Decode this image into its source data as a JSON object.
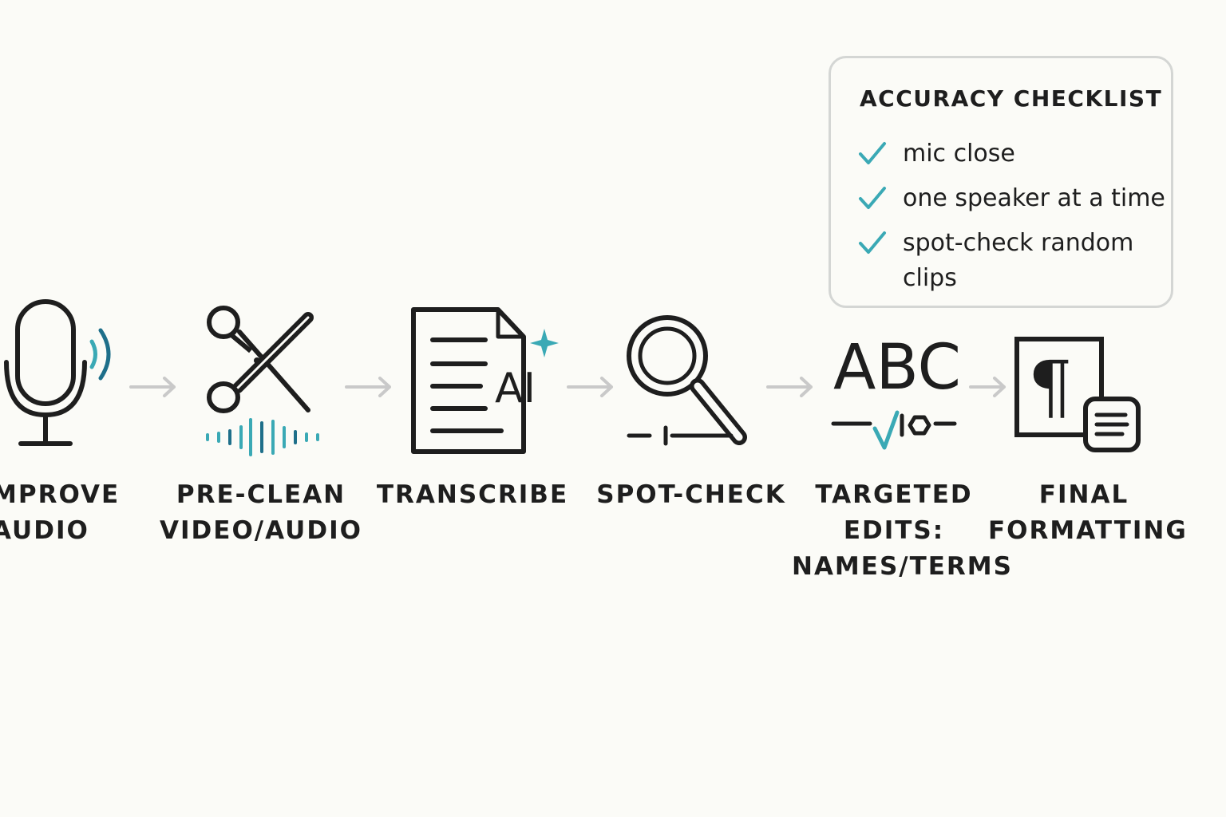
{
  "steps": [
    {
      "label": "MPROVE\nAUDIO",
      "icon": "microphone-icon"
    },
    {
      "label": "PRE-CLEAN\nVIDEO/AUDIO",
      "icon": "scissors-icon"
    },
    {
      "label": "TRANSCRIBE",
      "icon": "ai-document-icon",
      "icon_text": "AI"
    },
    {
      "label": "SPOT-CHECK",
      "icon": "magnifier-icon"
    },
    {
      "label": "TARGETED\nEDITS:\nNAMES/TERMS",
      "icon": "abc-edit-icon",
      "icon_text": "ABC"
    },
    {
      "label": "FINAL\nFORMATTING",
      "icon": "pilcrow-format-icon",
      "icon_text": "¶"
    }
  ],
  "checklist": {
    "title": "ACCURACY CHECKLIST",
    "items": [
      "mic close",
      "one speaker at a time",
      "spot-check random clips"
    ]
  },
  "colors": {
    "ink": "#1e1e1e",
    "accent_teal": "#3aa9b5",
    "accent_blue": "#1e6f8a",
    "arrow": "#c9c9c9",
    "border": "#d4d6d4",
    "background": "#fbfbf7"
  }
}
